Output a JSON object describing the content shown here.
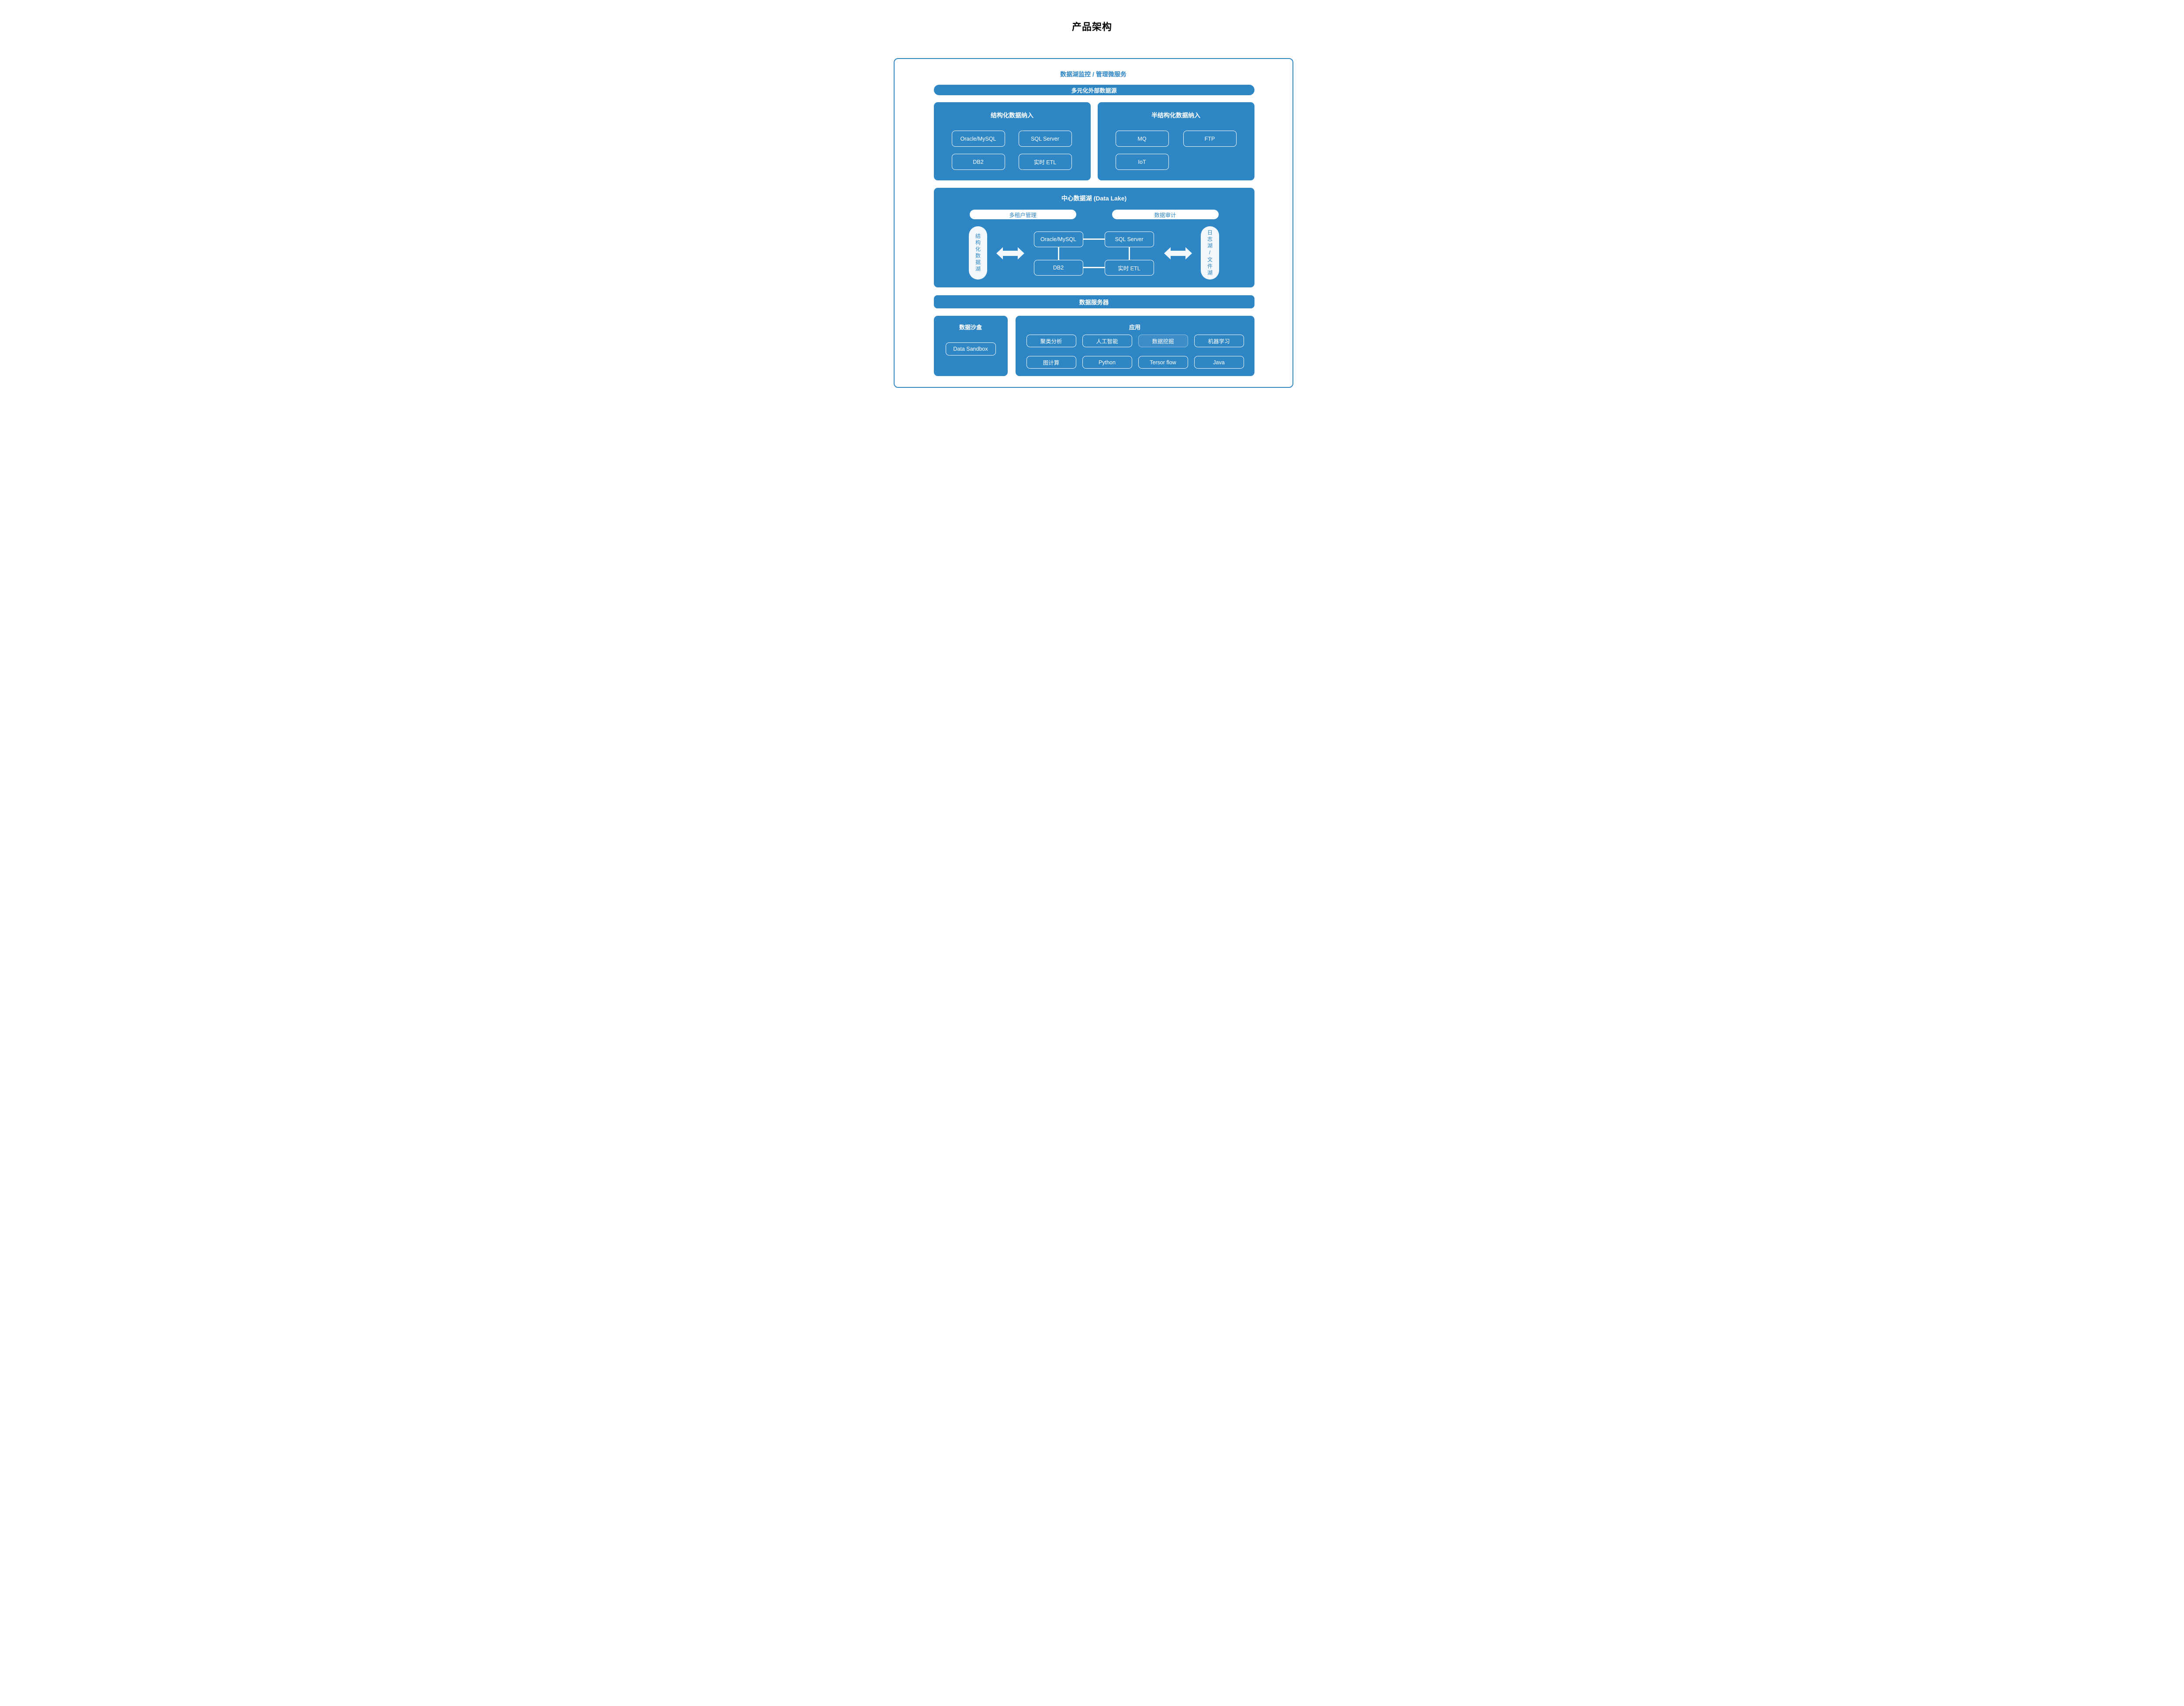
{
  "page": {
    "title": "产品架构"
  },
  "frame": {
    "subtitle": "数据湖监控 / 管理微服务",
    "top_bar": "多元化外部数据源",
    "ingest_structured": {
      "title": "结构化数据纳入",
      "items": [
        "Oracle/MySQL",
        "SQL Server",
        "DB2",
        "实时 ETL"
      ]
    },
    "ingest_semi": {
      "title": "半结构化数据纳入",
      "items": [
        "MQ",
        "FTP",
        "IoT"
      ]
    },
    "data_lake": {
      "title": "中心数据湖 (Data Lake)",
      "tenant": "多租户管理",
      "audit": "数据审计",
      "left_lake": "结构化数据湖",
      "right_lake": "日志湖/文件湖",
      "nodes": [
        "Oracle/MySQL",
        "SQL Server",
        "DB2",
        "实时 ETL"
      ]
    },
    "server_bar": "数据服务器",
    "sandbox": {
      "title": "数据沙盒",
      "item": "Data Sandbox"
    },
    "apps": {
      "title": "应用",
      "items": [
        "聚类分析",
        "人工智能",
        "数据挖掘",
        "机器学习",
        "图计算",
        "Python",
        "Tersor flow",
        "Java"
      ]
    }
  },
  "colors": {
    "primary_blue": "#2F86C4",
    "pill_white": "#FFFFFF",
    "off_white": "#F2F8FC",
    "title_black": "#000000"
  }
}
